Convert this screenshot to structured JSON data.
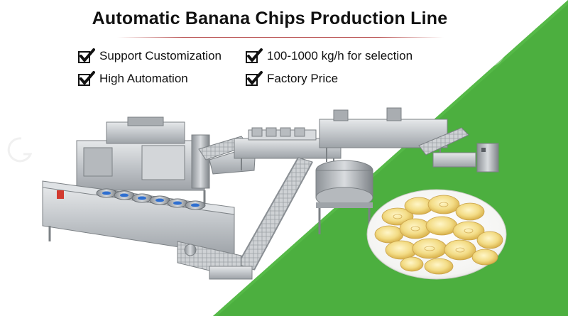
{
  "banner": {
    "title": "Automatic Banana Chips Production Line",
    "features": [
      {
        "label": "Support Customization",
        "icon": "checkmark-icon"
      },
      {
        "label": "100-1000 kg/h for selection",
        "icon": "checkmark-icon"
      },
      {
        "label": "High Automation",
        "icon": "checkmark-icon"
      },
      {
        "label": "Factory Price",
        "icon": "checkmark-icon"
      }
    ],
    "colors": {
      "accent_green": "#4caf3f",
      "title_text": "#111111",
      "rule": "#b03a3a",
      "steel": "#c9ccd0"
    }
  },
  "images": {
    "machinery": "banana-chips-production-line-machinery",
    "product": "plate-of-banana-chips",
    "watermark": "gg-logo-watermark"
  }
}
